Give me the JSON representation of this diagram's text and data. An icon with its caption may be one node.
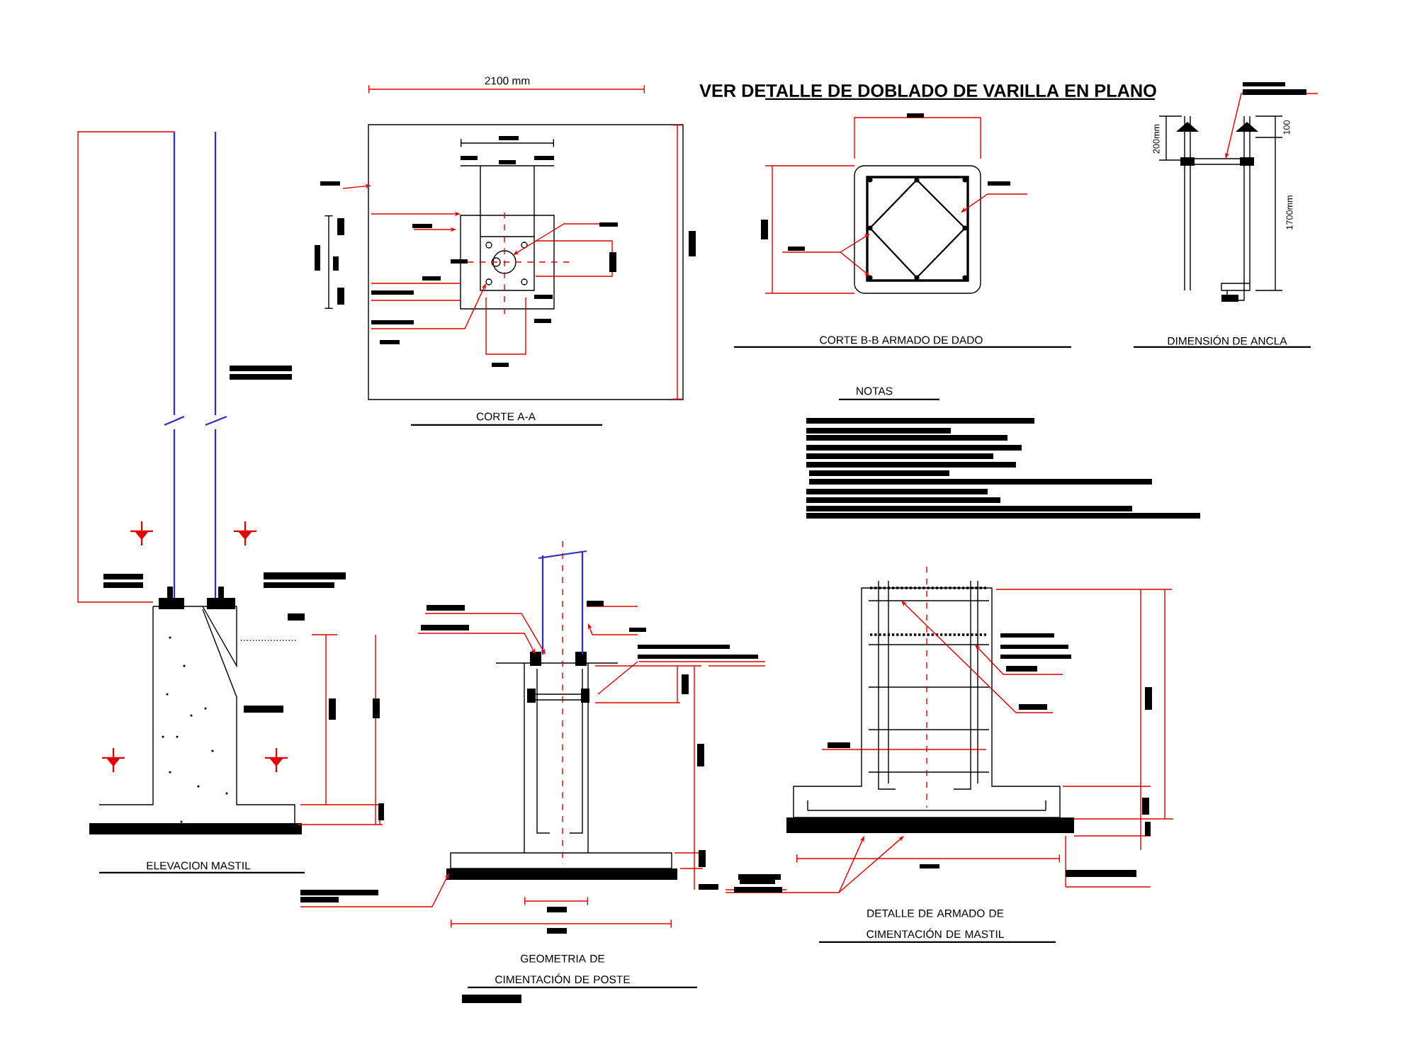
{
  "diagram": {
    "title": "VER DETALLE DE DOBLADO DE VARILLA EN PLANO",
    "labels": [
      "2100 mm",
      "200mm",
      "100",
      "1700mm",
      "CORTE A-A",
      "CORTE B-B ARMADO DE DADO",
      "DIMENSIÓN DE ANCLA",
      "NOTAS",
      "ELEVACION MASTIL",
      "GEOMETRIA DE CIMENTACIÓN DE POSTE",
      "DETALLE DE ARMADO DE CIMENTACIÓN DE MASTIL"
    ]
  }
}
